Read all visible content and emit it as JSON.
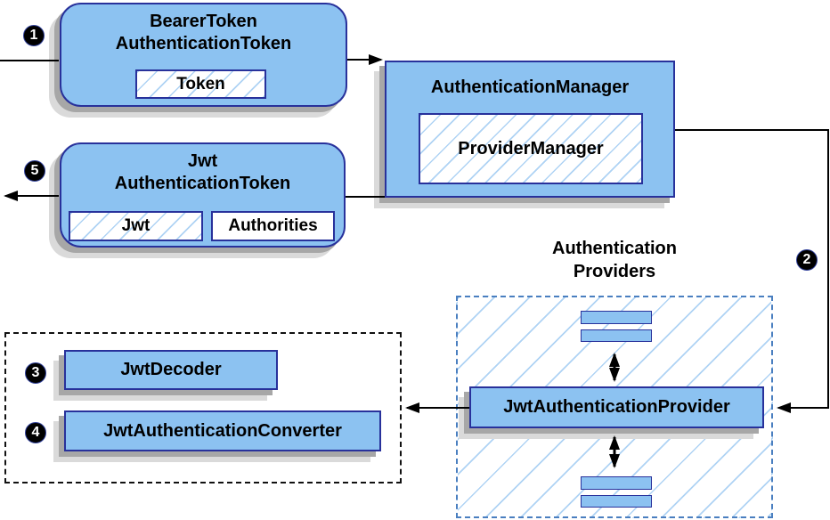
{
  "nodes": {
    "bearer_token": {
      "title_line1": "BearerToken",
      "title_line2": "AuthenticationToken",
      "inner_token": "Token"
    },
    "authentication_manager": {
      "title": "AuthenticationManager",
      "inner": "ProviderManager"
    },
    "jwt_authentication_token": {
      "title_line1": "Jwt",
      "title_line2": "AuthenticationToken",
      "inner_jwt": "Jwt",
      "inner_authorities": "Authorities"
    },
    "providers_group": {
      "heading_line1": "Authentication",
      "heading_line2": "Providers",
      "provider": "JwtAuthenticationProvider"
    },
    "decoder_group": {
      "decoder": "JwtDecoder",
      "converter": "JwtAuthenticationConverter"
    }
  },
  "steps": {
    "s1": "1",
    "s2": "2",
    "s3": "3",
    "s4": "4",
    "s5": "5"
  },
  "colors": {
    "node_fill": "#8cc2f1",
    "node_border": "#28319b",
    "hatch_line": "#afd3f4",
    "dashed_blue_border": "#4a7fc0",
    "shadow_dark": "#a7a7a7",
    "shadow_light": "#dadada",
    "connector": "#000000",
    "badge_bg": "#000000",
    "badge_text": "#ffffff"
  }
}
